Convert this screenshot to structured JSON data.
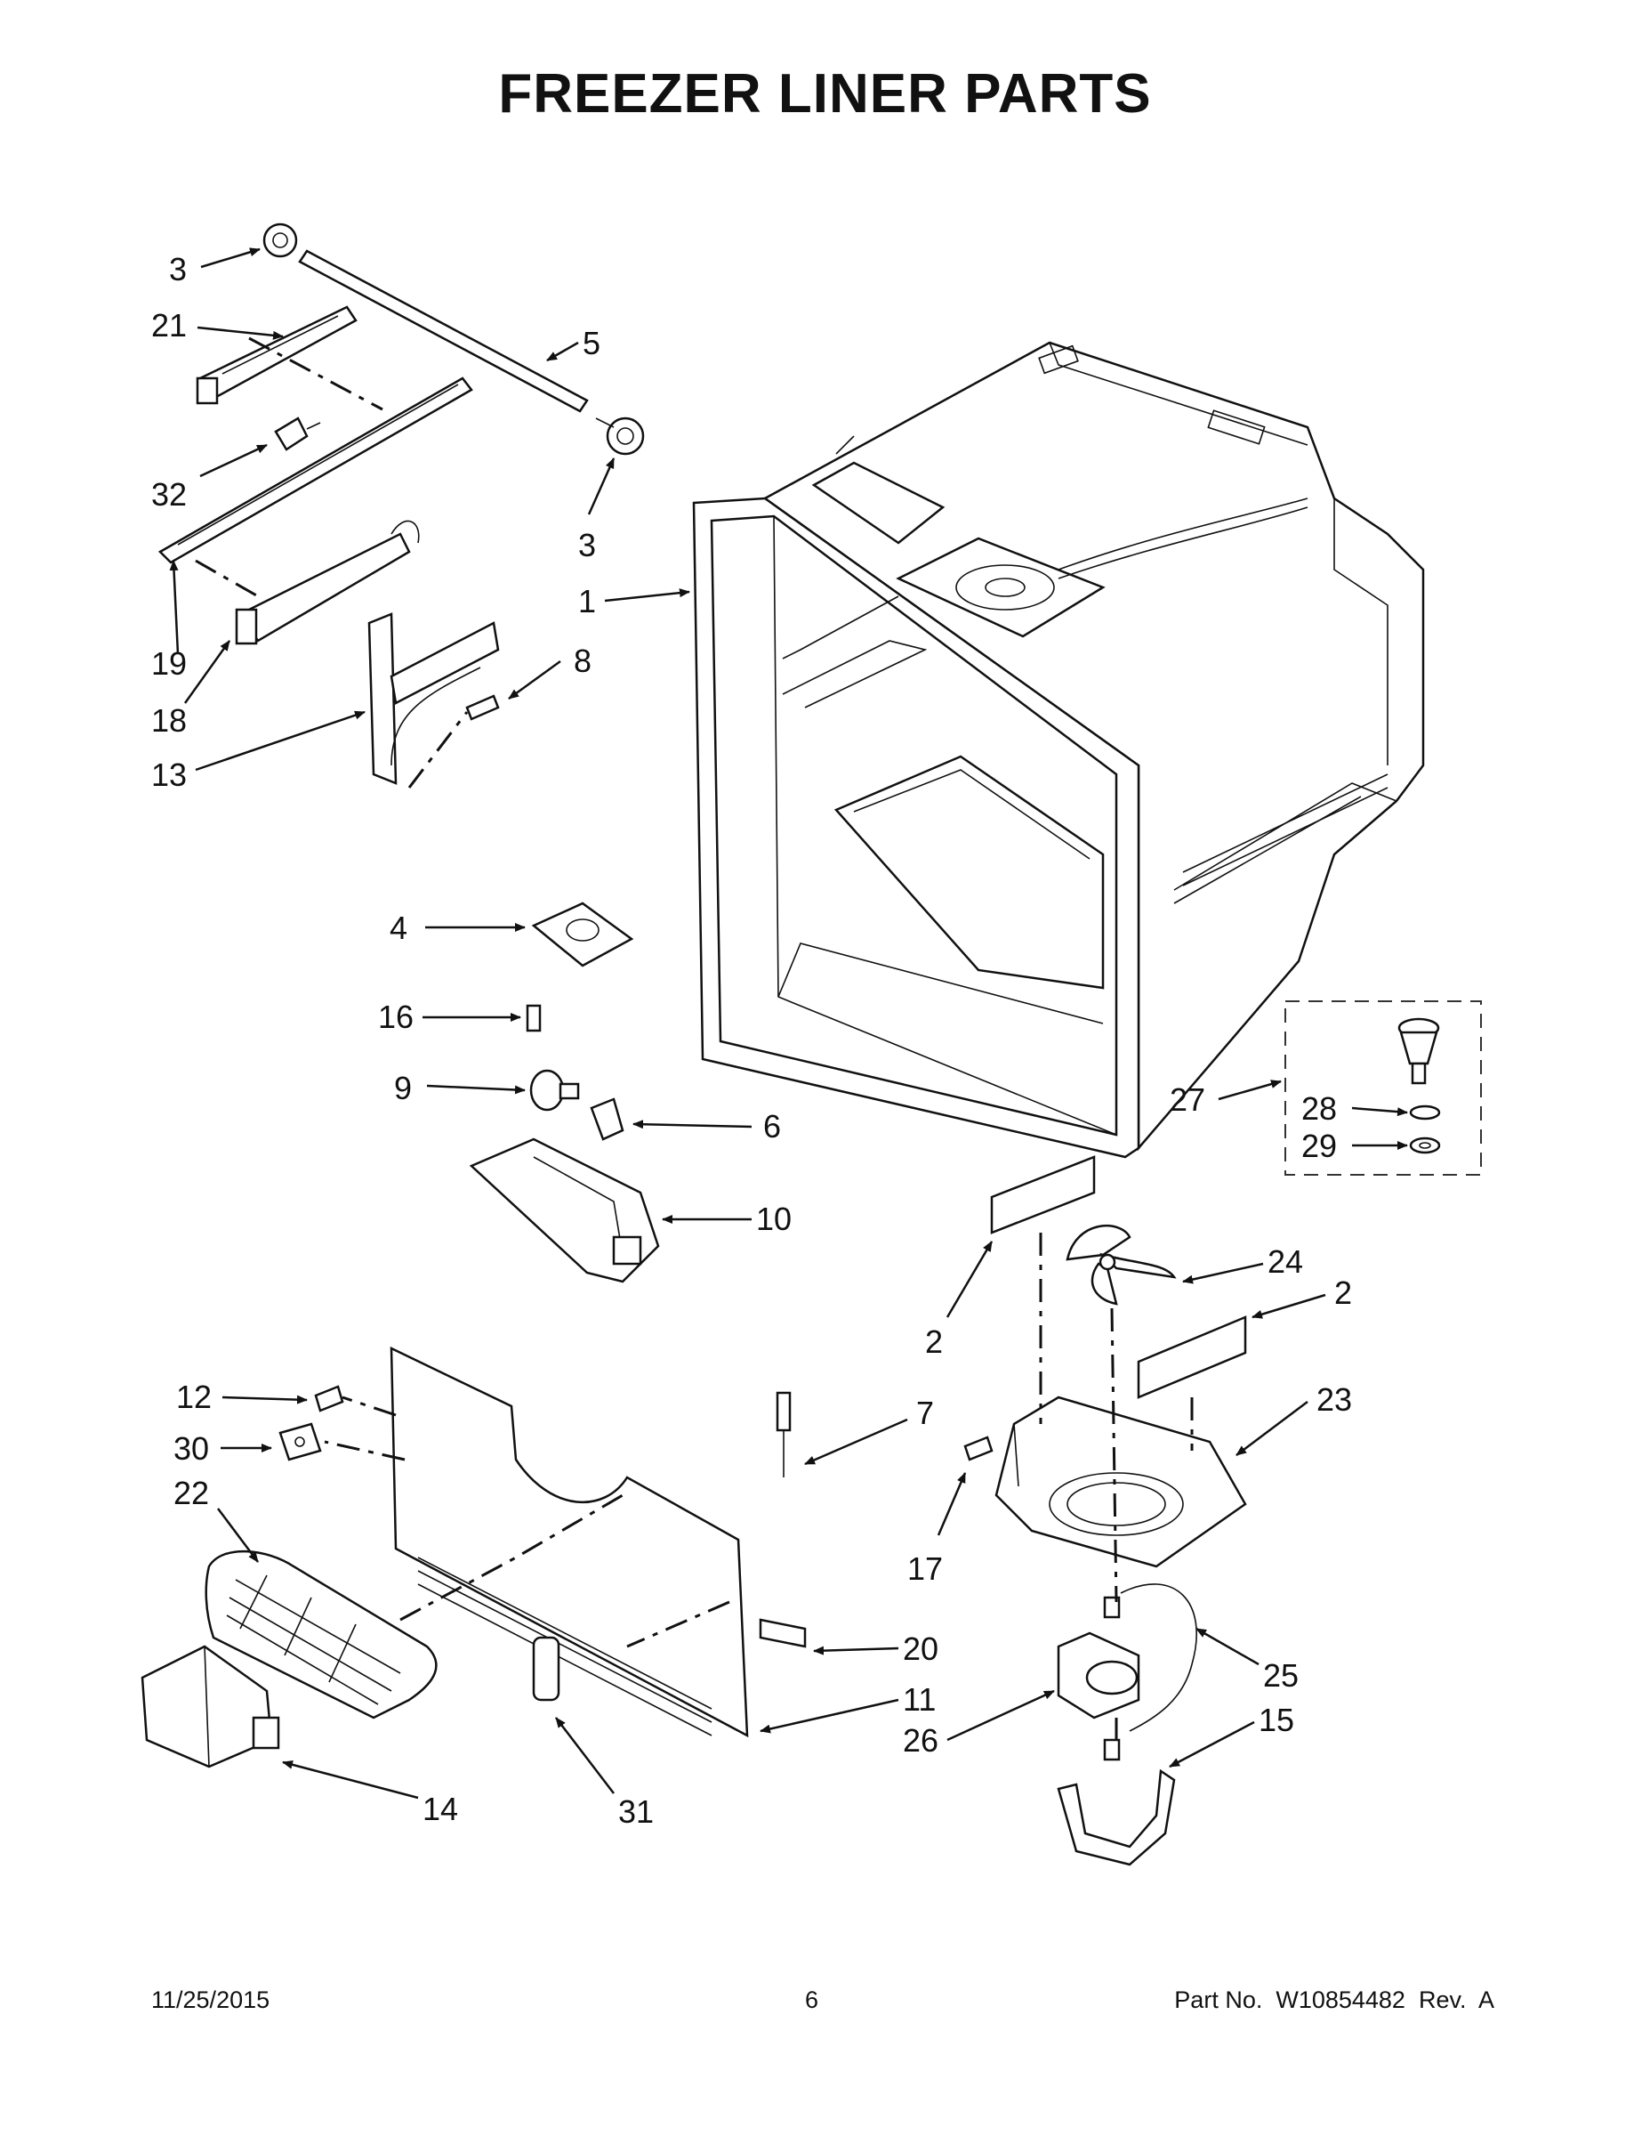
{
  "title": "FREEZER LINER PARTS",
  "footer": {
    "date": "11/25/2015",
    "page": "6",
    "part_number": "Part No.  W10854482  Rev.  A"
  },
  "callouts": {
    "c3a": "3",
    "c21": "21",
    "c32": "32",
    "c19": "19",
    "c18": "18",
    "c13": "13",
    "c5": "5",
    "c3b": "3",
    "c1": "1",
    "c8": "8",
    "c4": "4",
    "c16": "16",
    "c9": "9",
    "c6": "6",
    "c10": "10",
    "c27": "27",
    "c28": "28",
    "c29": "29",
    "c2a": "2",
    "c24": "24",
    "c2b": "2",
    "c23": "23",
    "c7": "7",
    "c17": "17",
    "c12": "12",
    "c30": "30",
    "c22": "22",
    "c20": "20",
    "c11": "11",
    "c25": "25",
    "c26": "26",
    "c15": "15",
    "c14": "14",
    "c31": "31"
  }
}
